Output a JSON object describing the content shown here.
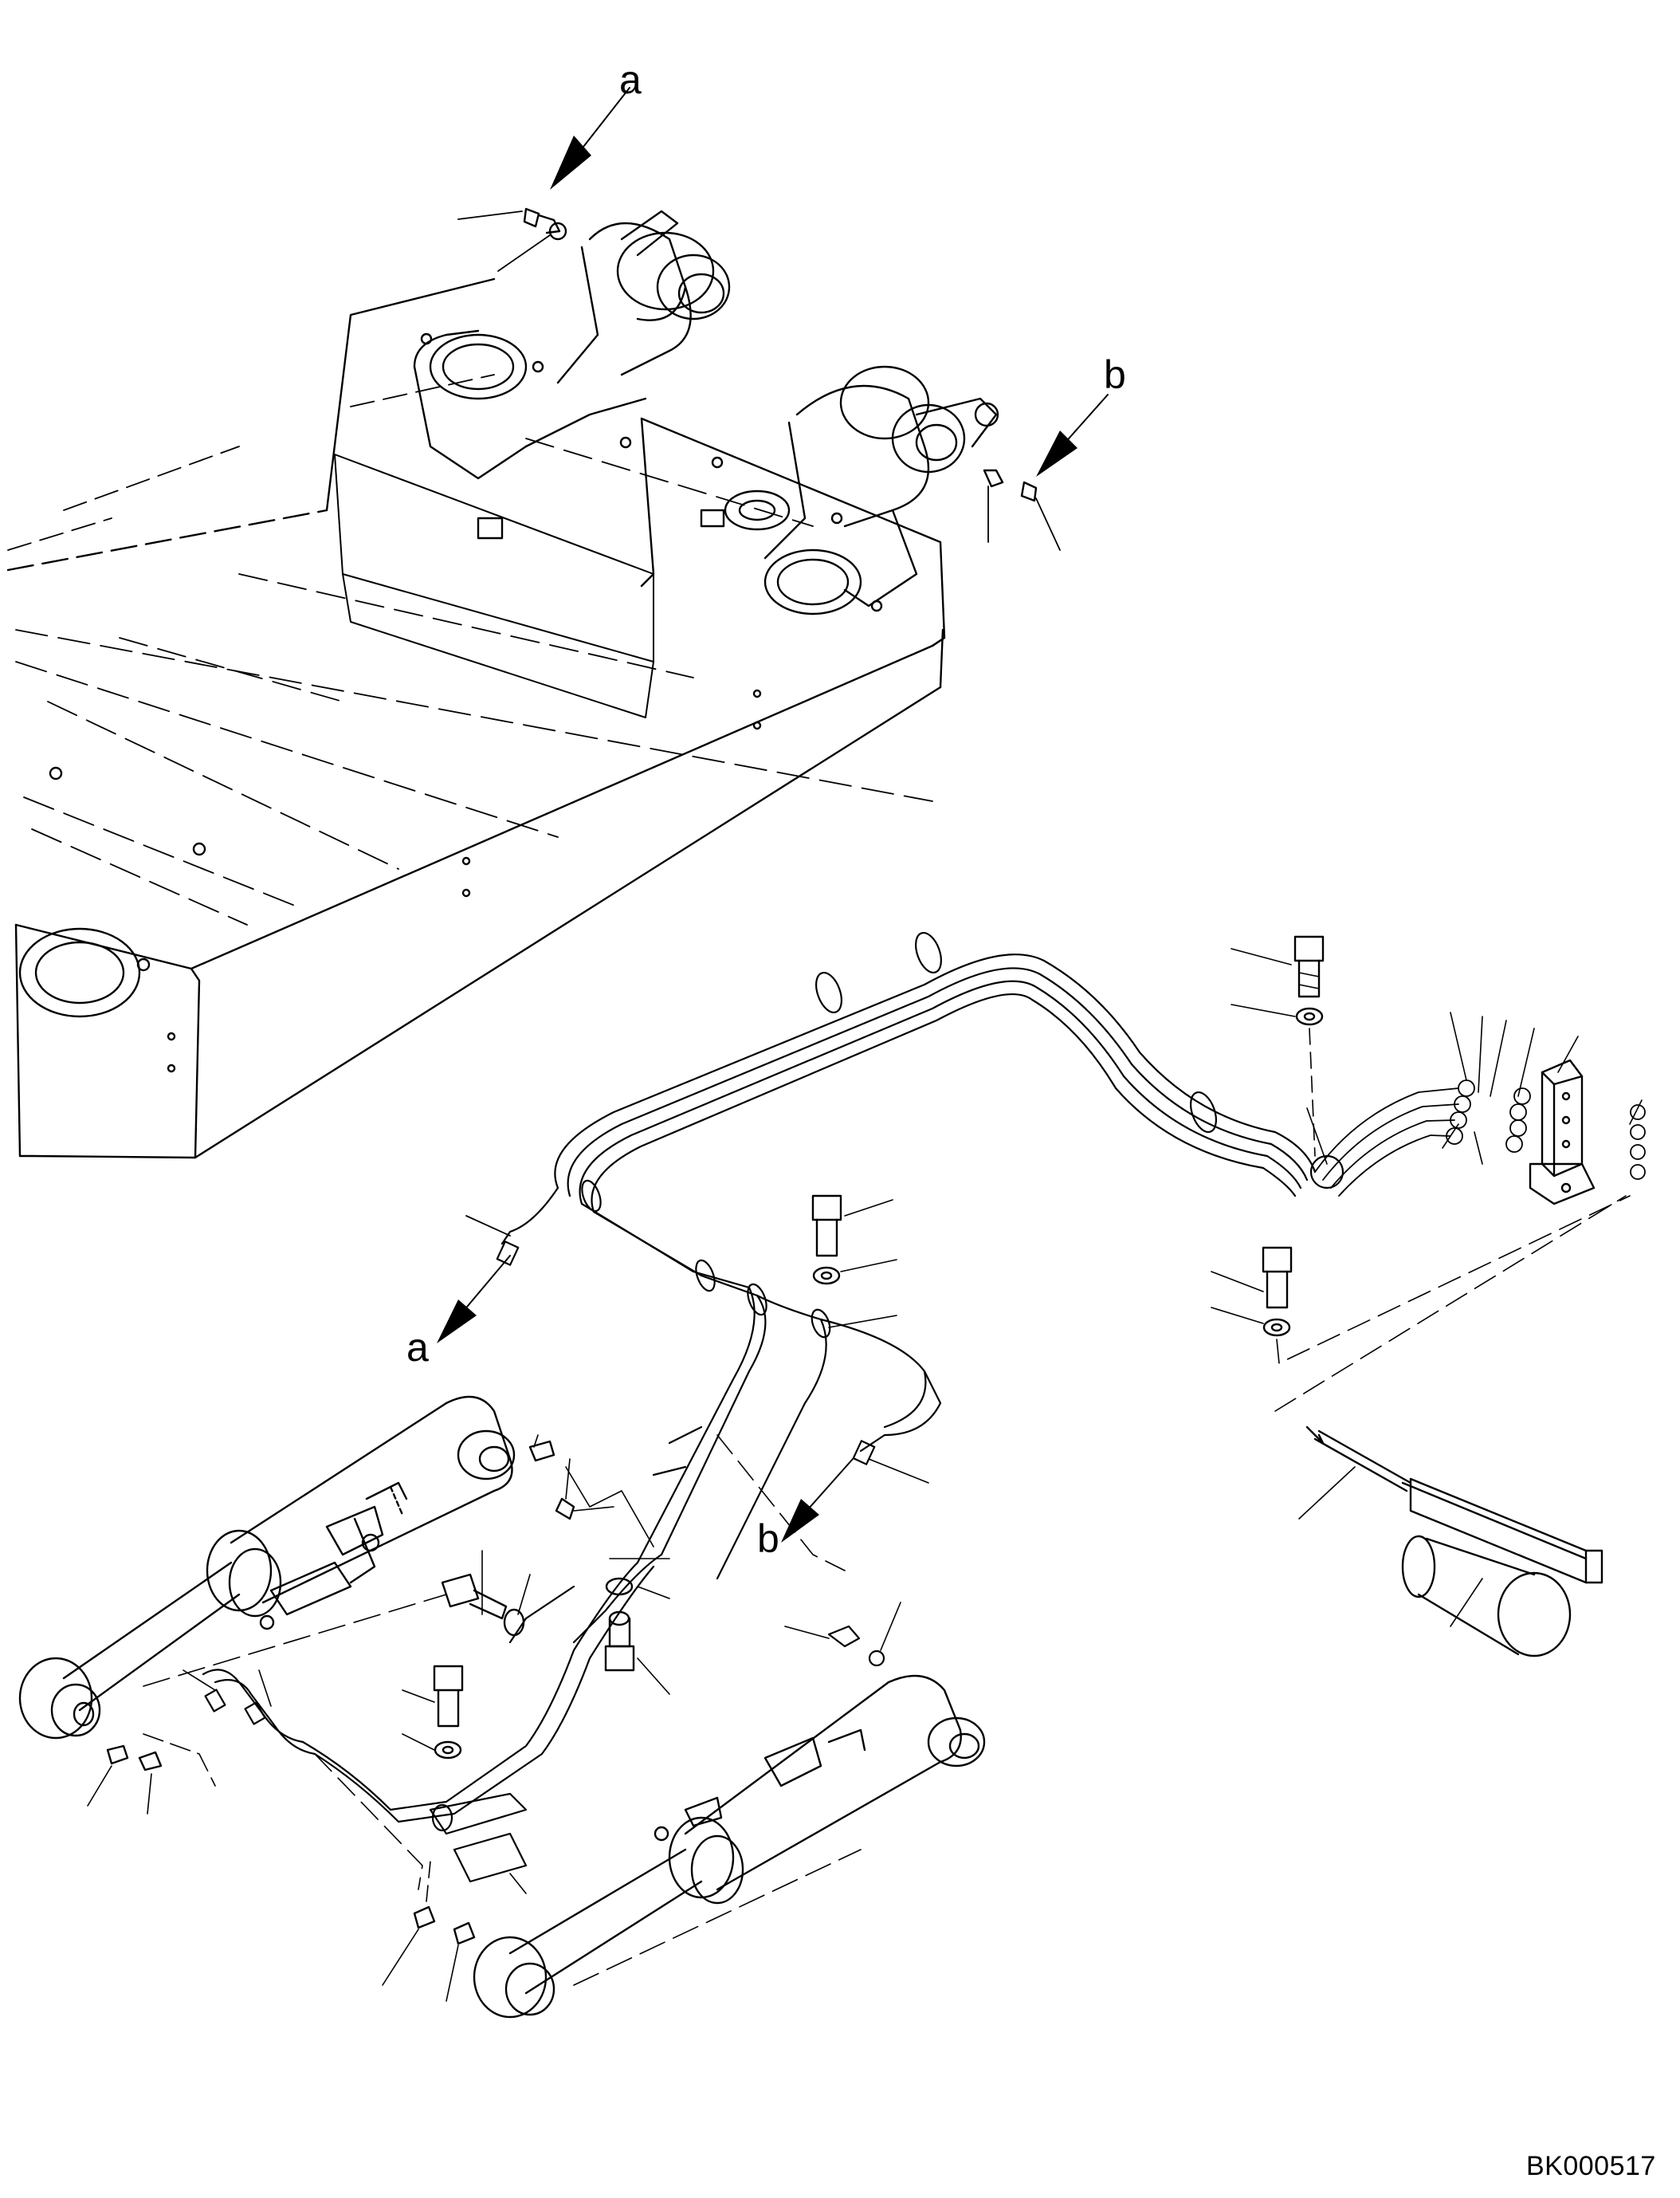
{
  "drawing_code": "BK000517",
  "connectors": {
    "a": "a",
    "b": "b"
  },
  "colors": {
    "line": "#000000",
    "background": "#ffffff"
  }
}
